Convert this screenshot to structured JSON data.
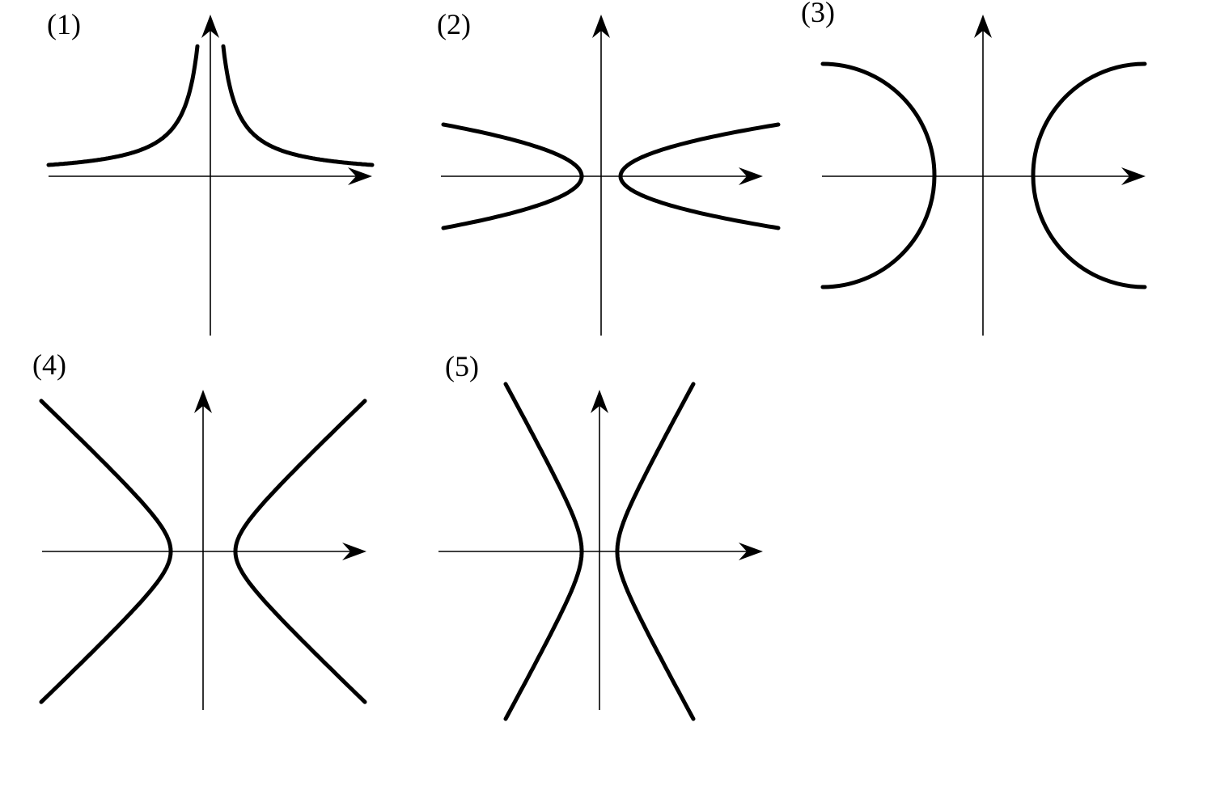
{
  "figure": {
    "stroke_color": "#000000",
    "background": "#ffffff",
    "panels": [
      {
        "id": "panel-1",
        "label": "(1)",
        "curve_shape": "cusp-toward-y-axis"
      },
      {
        "id": "panel-2",
        "label": "(2)",
        "curve_shape": "horizontal-parabola-pair"
      },
      {
        "id": "panel-3",
        "label": "(3)",
        "curve_shape": "opposing-semicircles"
      },
      {
        "id": "panel-4",
        "label": "(4)",
        "curve_shape": "hyperbola-wide"
      },
      {
        "id": "panel-5",
        "label": "(5)",
        "curve_shape": "hyperbola-narrow"
      }
    ]
  }
}
